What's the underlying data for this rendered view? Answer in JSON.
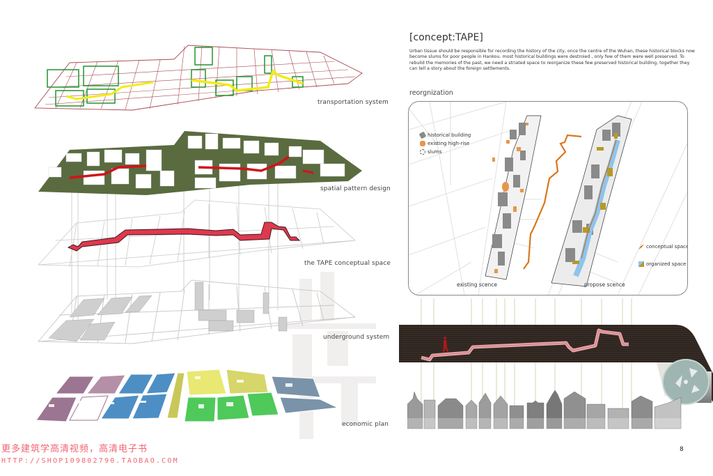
{
  "left_panel": {
    "layers": [
      {
        "id": "transportation",
        "label": "transportation system"
      },
      {
        "id": "spatial",
        "label": "spatial pattern design"
      },
      {
        "id": "tape",
        "label": "the TAPE conceptual space"
      },
      {
        "id": "underground",
        "label": "underground system"
      },
      {
        "id": "economic",
        "label": "economic plan"
      }
    ]
  },
  "right_panel": {
    "title": "[concept:TAPE]",
    "description": "Urban tissue should be responsible for recording the history of the city, once the centre of the Wuhan, these historical blocks now become slums for poor people in Hankou. most historical buildings were destroied , only few of them were well preserved. To rebuild the memories of the past, we need a striated space to reorganize these few preserved historical building, together they can tell a story about the foreign settlements.",
    "subheading": "reorgnization",
    "map": {
      "legend_left": [
        {
          "icon": "historical-building-icon",
          "label": "historical building",
          "color": "#8a8a8a"
        },
        {
          "icon": "high-rise-icon",
          "label": "existing high-rise",
          "color": "#e8964a"
        },
        {
          "icon": "slums-icon",
          "label": "slums",
          "color": "#ffffff"
        }
      ],
      "legend_right": [
        {
          "icon": "conceptual-space-icon",
          "label": "conceptual space",
          "color": "#d9771c"
        },
        {
          "icon": "organized-space-icon",
          "label": "organized space",
          "color": "#8fc3ee"
        }
      ],
      "scene_labels": {
        "existing": "existing scence",
        "propose": "propose scence"
      }
    },
    "film": {
      "strip_color": "#2e2520",
      "tape_color": "#e8a4a8",
      "reel_color": "#9fb5b1"
    },
    "page_number": "8"
  },
  "watermark": {
    "line1": "更多建筑学高清视频，高清电子书",
    "line2": "HTTP://SHOP109802790.TAOBAO.COM",
    "color": "#f06470"
  },
  "colors": {
    "transport_grid": "#a8484e",
    "transport_green": "#2f9a3c",
    "transport_yellow": "#f2ec16",
    "spatial_green": "#556b3a",
    "spatial_red": "#d0141a",
    "tape_red": "#e0384e",
    "economic_purple": "#9b7591",
    "economic_blue": "#4d8fc4",
    "economic_yellow": "#e8e873",
    "economic_green": "#4fc95a",
    "economic_grey": "#7a93a8"
  }
}
